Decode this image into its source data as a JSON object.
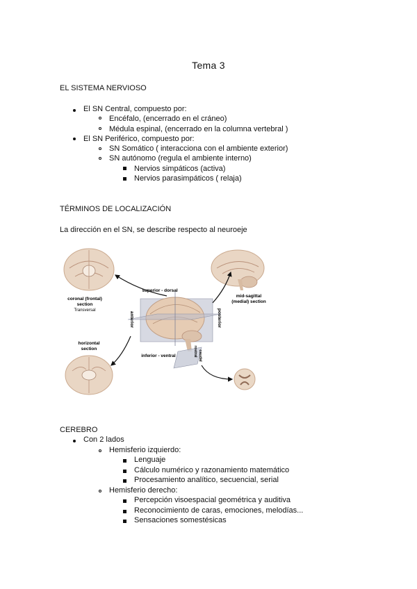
{
  "title": "Tema 3",
  "section1": {
    "heading": "EL SISTEMA NERVIOSO",
    "items": [
      {
        "text": "El SN Central, compuesto por:",
        "sub": [
          "Encéfalo, (encerrado en el cráneo)",
          "Médula espinal, (encerrado en la columna vertebral )"
        ]
      },
      {
        "text": "El SN Periférico, compuesto por:",
        "sub": [
          "SN Somático ( interacciona con el ambiente exterior)",
          "SN autónomo (regula el ambiente interno)"
        ],
        "subsub": [
          "Nervios simpáticos (activa)",
          "Nervios parasimpáticos ( relaja)"
        ]
      }
    ]
  },
  "section2": {
    "heading": "TÉRMINOS DE LOCALIZACIÓN",
    "intro": "La dirección en el SN, se describe respecto al neuroeje"
  },
  "figure": {
    "superior": "superior - dorsal",
    "inferior": "inferior - ventral",
    "anterior": "anterior",
    "posterior": "posterior",
    "rostral": "rostral",
    "caudal": "caudal",
    "coronal_1": "coronal (frontal)",
    "coronal_2": "section",
    "coronal_3": "Transversal",
    "midsag_1": "mid-sagittal",
    "midsag_2": "(medial) section",
    "horiz_1": "horizontal",
    "horiz_2": "section"
  },
  "section3": {
    "heading": "CEREBRO",
    "item": "Con 2 lados",
    "left": {
      "label": "Hemisferio izquierdo:",
      "items": [
        "Lenguaje",
        "Cálculo numérico y razonamiento matemático",
        "Procesamiento analítico, secuencial, serial"
      ]
    },
    "right": {
      "label": "Hemisferio derecho:",
      "items": [
        "Percepción visoespacial geométrica y auditiva",
        "Reconocimiento de caras, emociones, melodías...",
        "Sensaciones somestésicas"
      ]
    }
  }
}
